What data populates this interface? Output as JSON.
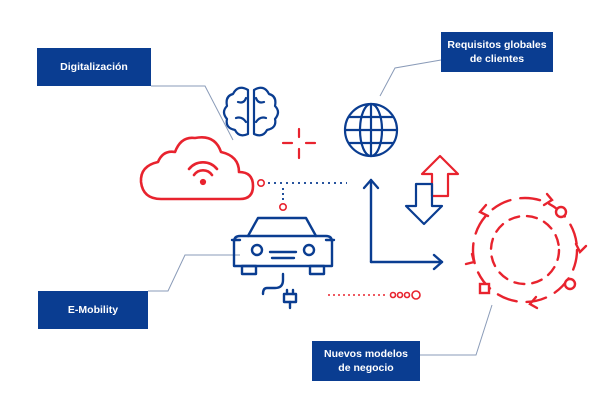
{
  "labels": {
    "digitalizacion": "Digitalización",
    "emobility": "E-Mobility",
    "requisitos": "Requisitos globales de clientes",
    "nuevos": "Nuevos modelos de negocio"
  },
  "colors": {
    "navy": "#0a3d91",
    "red": "#e8232e",
    "line": "#8a9bb8"
  },
  "icons": [
    "brain-icon",
    "cloud-wifi-icon",
    "car-plug-icon",
    "globe-icon",
    "up-down-arrows-icon",
    "cycle-icon",
    "crosshair-icon",
    "axis-arrows-icon"
  ]
}
